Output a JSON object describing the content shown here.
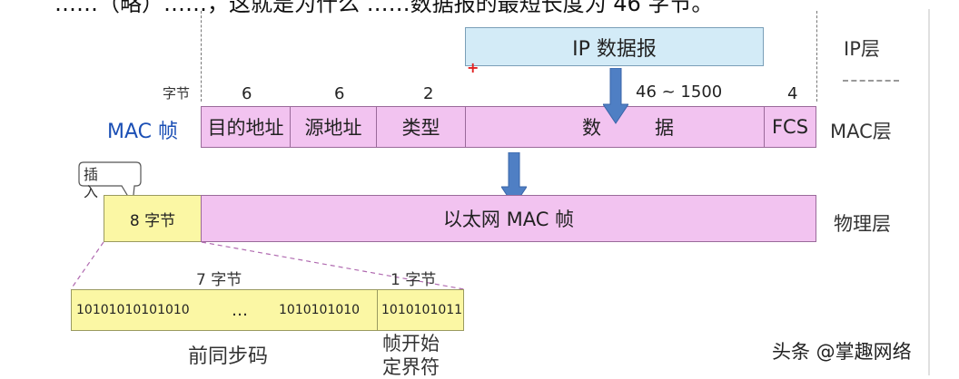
{
  "top_caption": "……（略）……，这就是为什么 ……数据报的最短长度为 46 字节。",
  "ip_layer": {
    "packet_label": "IP 数据报",
    "layer_label": "IP层"
  },
  "mac_layer": {
    "byte_unit_label": "字节",
    "frame_label": "MAC 帧",
    "layer_label": "MAC层",
    "field_sizes": {
      "dest": "6",
      "src": "6",
      "type": "2",
      "data": "46 ~ 1500",
      "fcs": "4"
    },
    "fields": {
      "dest": "目的地址",
      "src": "源地址",
      "type": "类型",
      "data_left": "数",
      "data_right": "据",
      "fcs": "FCS"
    }
  },
  "physical_layer": {
    "callout": "插入",
    "preamble_bytes": "8 字节",
    "frame_label": "以太网 MAC 帧",
    "layer_label": "物理层"
  },
  "preamble_detail": {
    "sync_size": "7 字节",
    "sfd_size": "1 字节",
    "sync_bits_left": "10101010101010",
    "ellipsis": "…",
    "sync_bits_right": "1010101010",
    "sfd_bits": "1010101011",
    "sync_label": "前同步码",
    "sfd_label": "帧开始定界符"
  },
  "watermark": "头条 @掌趣网络",
  "colors": {
    "mac_pink": "#f2c3f0",
    "ip_blue": "#d3ebf7",
    "yellow": "#fbf7a4",
    "arrow_blue": "#4f7fc4",
    "label_blue": "#1b4fb5"
  }
}
